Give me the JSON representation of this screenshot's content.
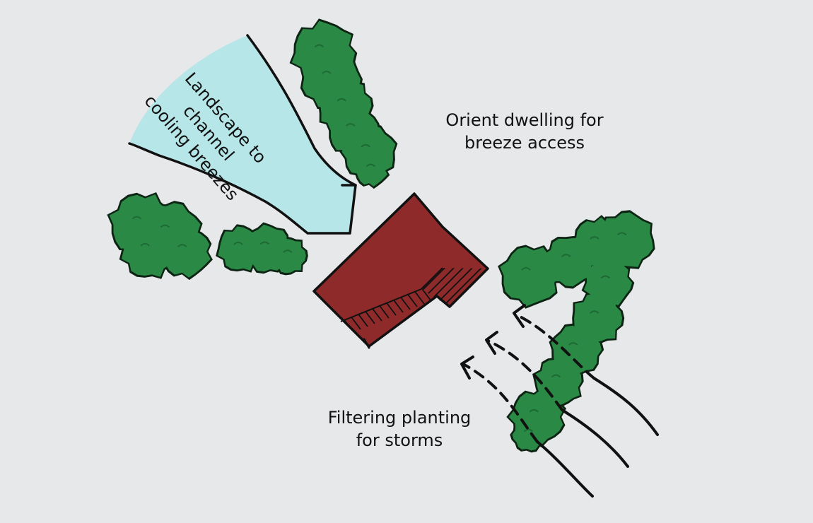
{
  "colors": {
    "background": "#e7e8ea",
    "breeze_fill": "#b6e6e8",
    "tree_fill": "#2a8a45",
    "tree_outline": "#0d2414",
    "dwelling_fill": "#8e2a2a",
    "ink": "#111111"
  },
  "labels": {
    "breeze": {
      "lines": [
        "Landscape to",
        "channel",
        "cooling breezes"
      ]
    },
    "orient": {
      "lines": [
        "Orient dwelling for",
        "breeze access"
      ]
    },
    "storm": {
      "lines": [
        "Filtering planting",
        "for storms"
      ]
    }
  },
  "elements": {
    "tree_icon": "tree-canopy",
    "dwelling_icon": "roof-plan",
    "breeze_arrow_icon": "breeze-arrow",
    "storm_arrow_icon": "dashed-arrow"
  }
}
